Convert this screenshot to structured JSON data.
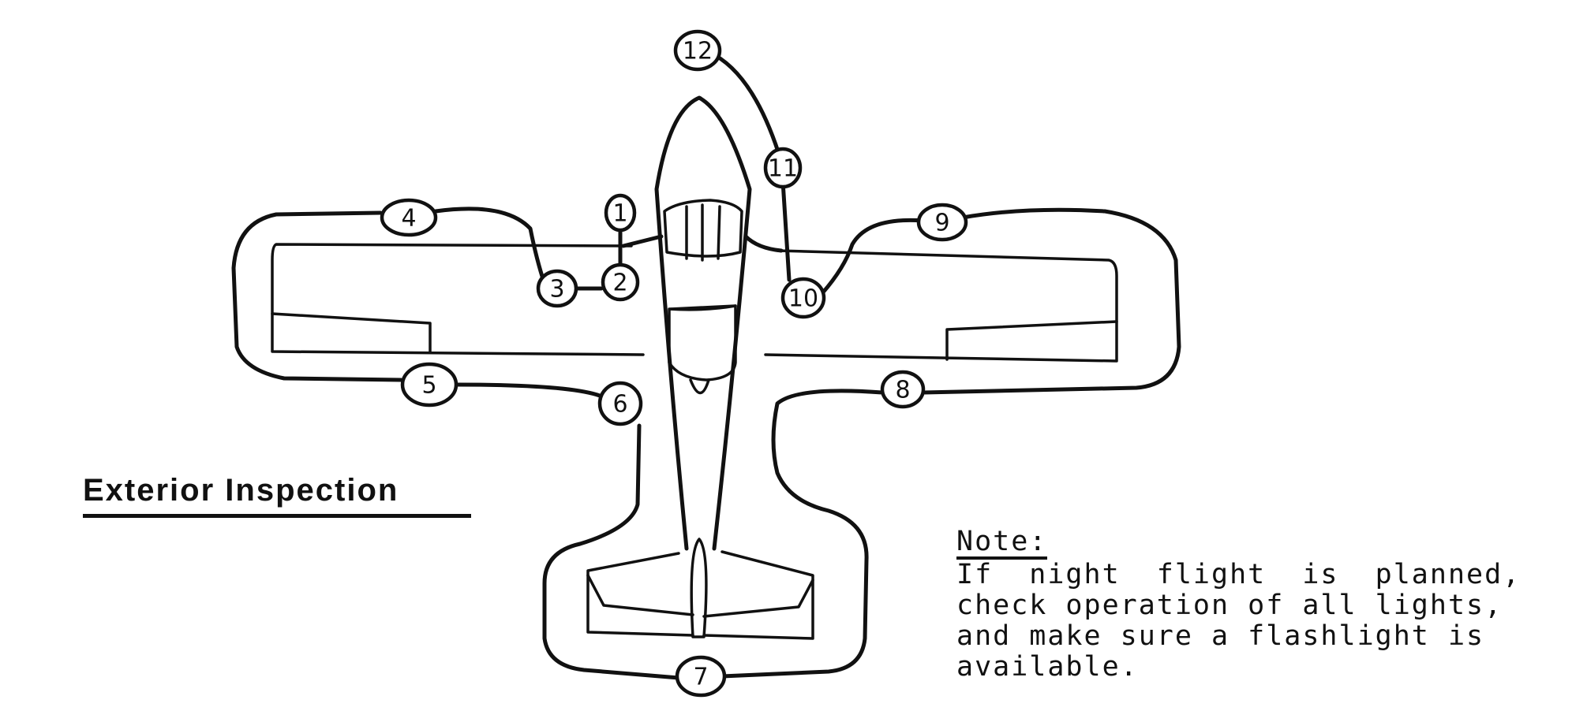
{
  "title": "Exterior Inspection",
  "note": {
    "heading": "Note:",
    "body": "If  night  flight  is  planned,\ncheck operation of all lights,\nand make sure a flashlight is\navailable."
  },
  "markers": [
    {
      "id": "1",
      "label": "1"
    },
    {
      "id": "2",
      "label": "2"
    },
    {
      "id": "3",
      "label": "3"
    },
    {
      "id": "4",
      "label": "4"
    },
    {
      "id": "5",
      "label": "5"
    },
    {
      "id": "6",
      "label": "6"
    },
    {
      "id": "7",
      "label": "7"
    },
    {
      "id": "8",
      "label": "8"
    },
    {
      "id": "9",
      "label": "9"
    },
    {
      "id": "10",
      "label": "10"
    },
    {
      "id": "11",
      "label": "11"
    },
    {
      "id": "12",
      "label": "12"
    }
  ]
}
